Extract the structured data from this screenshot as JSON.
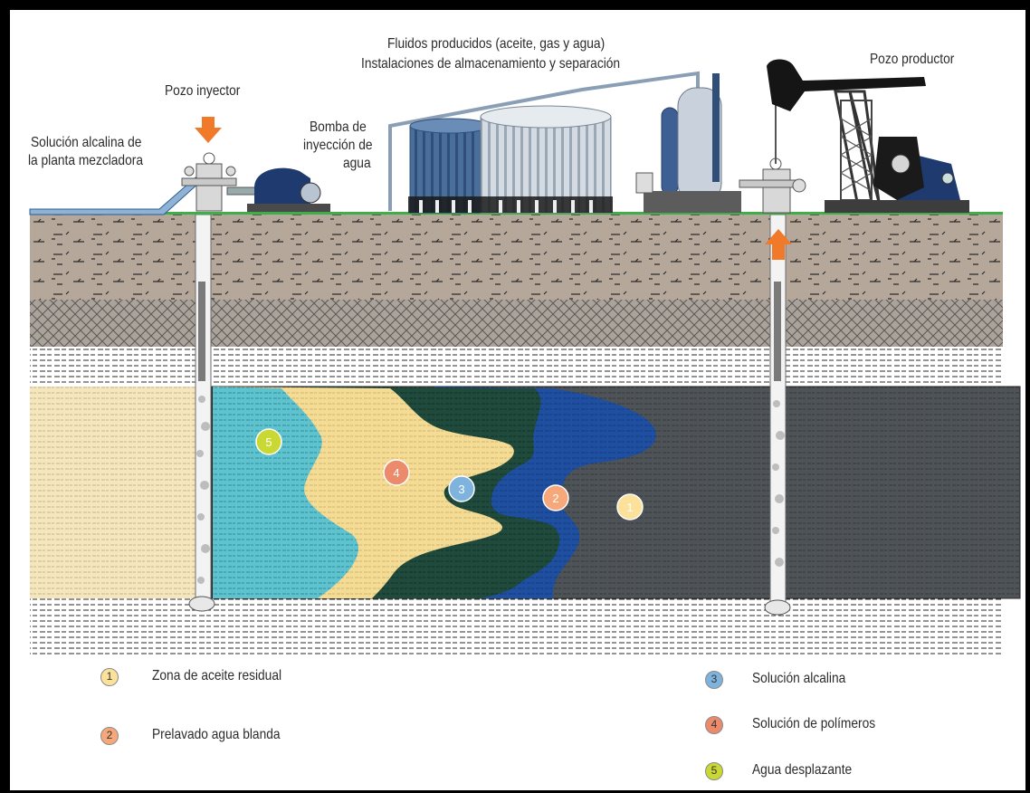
{
  "labels": {
    "injection_well": "Pozo inyector",
    "alkaline_plant_line1": "Solución alcalina de",
    "alkaline_plant_line2": "la planta mezcladora",
    "pump_line1": "Bomba de",
    "pump_line2": "inyección de",
    "pump_line3": "agua",
    "fluids_line1": "Fluidos producidos (aceite, gas y agua)",
    "fluids_line2": "Instalaciones de almacenamiento y separación",
    "production_well": "Pozo productor"
  },
  "zones": [
    {
      "number": "1",
      "label": "Zona de aceite residual",
      "color": "#fbe19a"
    },
    {
      "number": "2",
      "label": "Prelavado agua blanda",
      "color": "#f6a87a"
    },
    {
      "number": "3",
      "label": "Solución alcalina",
      "color": "#7db3dc"
    },
    {
      "number": "4",
      "label": "Solución de polímeros",
      "color": "#ec8a6c"
    },
    {
      "number": "5",
      "label": "Agua desplazante",
      "color": "#c9d832"
    }
  ],
  "colors": {
    "arrow": "#f07a2a",
    "ground_line": "#3fae49",
    "soil": "#b5a79a",
    "rock": "#9c948d",
    "oil_zone": "#4e5357",
    "blue_front": "#1f4fa1",
    "green_front": "#1f4a3c",
    "polymer": "#f5dc95",
    "water": "#5fc3cf",
    "equipment": "#1f3a6e"
  }
}
